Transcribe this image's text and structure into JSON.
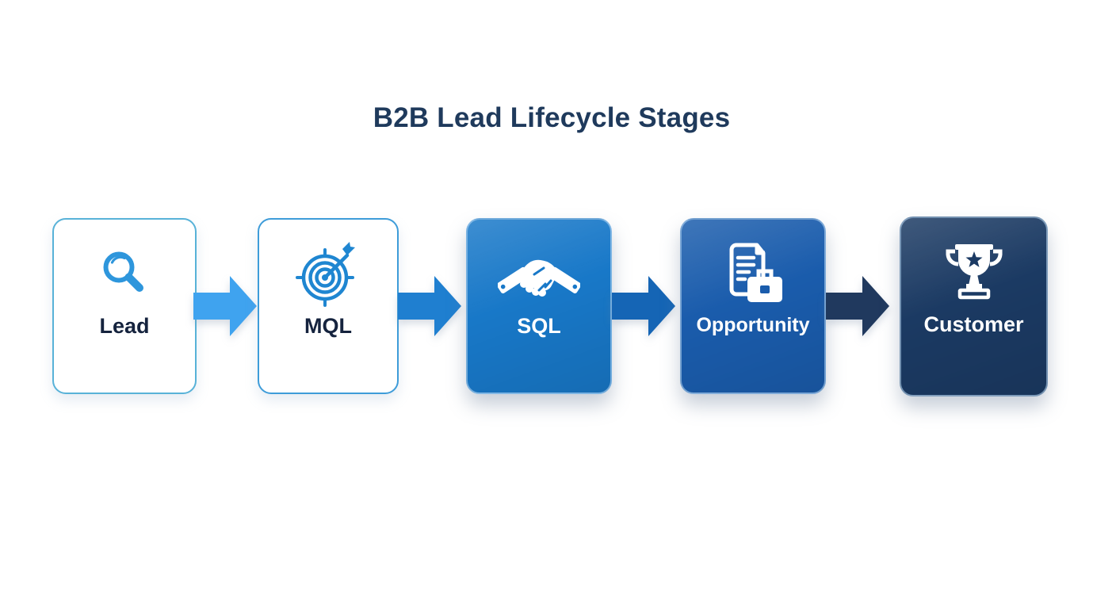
{
  "title": "B2B Lead Lifecycle Stages",
  "title_color": "#1F3A5C",
  "background_color": "#FFFFFF",
  "stages": [
    {
      "label": "Lead",
      "icon": "magnifier-icon",
      "variant": "outline",
      "card_bg": "#FFFFFF",
      "border_color": "#58B2D8",
      "label_color": "#15233E",
      "icon_color": "#2E96DC"
    },
    {
      "label": "MQL",
      "icon": "target-icon",
      "variant": "outline",
      "card_bg": "#FFFFFF",
      "border_color": "#3E9CD9",
      "label_color": "#15233E",
      "icon_color": "#1F86D1"
    },
    {
      "label": "SQL",
      "icon": "handshake-icon",
      "variant": "solid",
      "card_bg": "#1878C8",
      "label_color": "#FFFFFF",
      "icon_color": "#FFFFFF"
    },
    {
      "label": "Opportunity",
      "icon": "document-briefcase-icon",
      "variant": "solid",
      "card_bg": "#1A5CAC",
      "label_color": "#FFFFFF",
      "icon_color": "#FFFFFF"
    },
    {
      "label": "Customer",
      "icon": "trophy-icon",
      "variant": "solid",
      "card_bg": "#1B3A63",
      "label_color": "#FFFFFF",
      "icon_color": "#FFFFFF"
    }
  ],
  "arrows": [
    {
      "color": "#3FA3EF"
    },
    {
      "color": "#1F7FD0"
    },
    {
      "color": "#1565B5"
    },
    {
      "color": "#20395E"
    }
  ]
}
